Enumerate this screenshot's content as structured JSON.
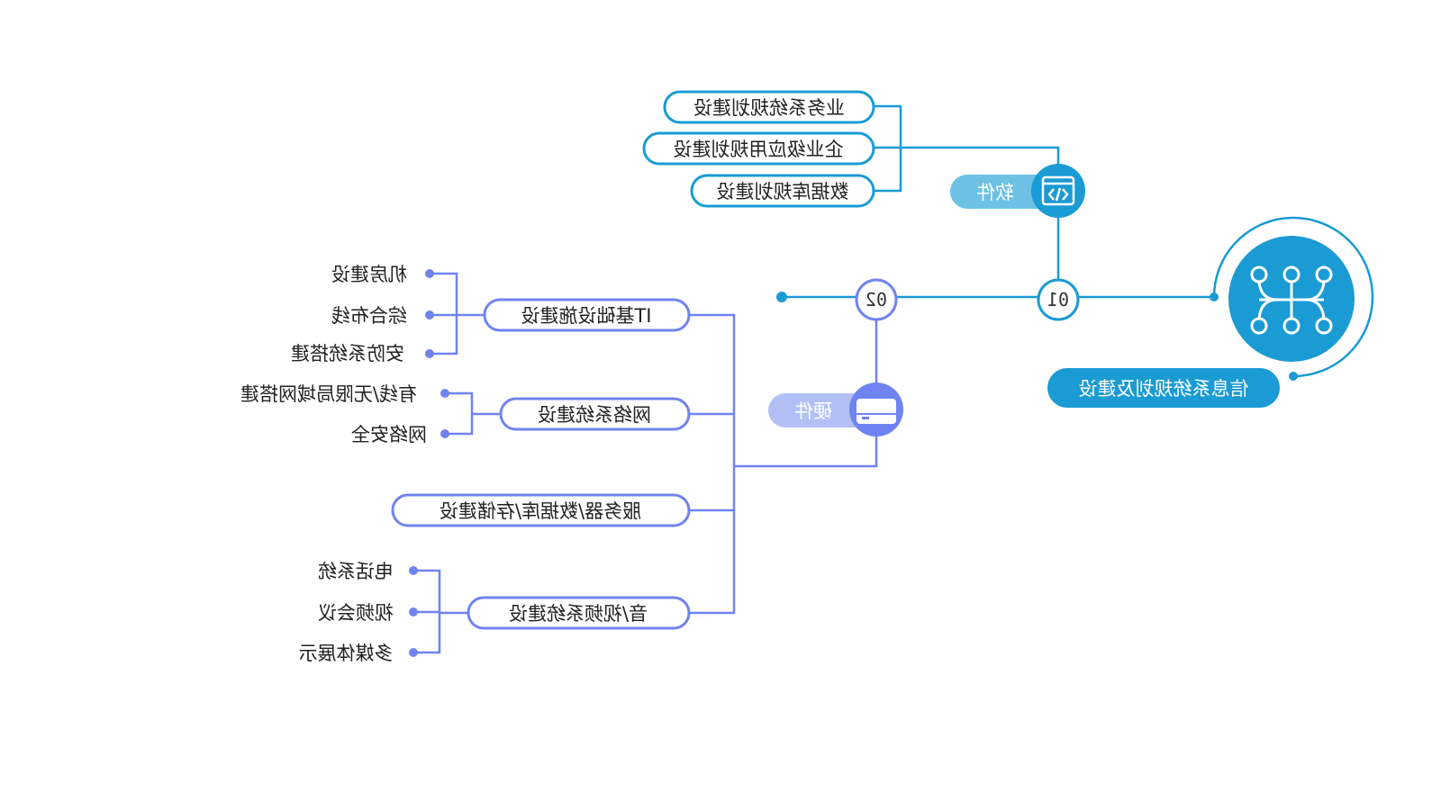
{
  "colors": {
    "blue": "#1a9bd4",
    "purple": "#6f84f0",
    "tag_blue": "#6ec1e4",
    "tag_purple": "#b3c0f5"
  },
  "root": {
    "label": "信息系统规划及建设",
    "icon": "network-tree-icon"
  },
  "nodes": {
    "n1": "01",
    "n2": "02"
  },
  "software": {
    "tag": "软件",
    "icon": "code-window-icon",
    "items": [
      "业务系统规划建设",
      "企业级应用规划建设",
      "数据库规划建设"
    ]
  },
  "hardware": {
    "tag": "硬件",
    "icon": "server-drive-icon",
    "groups": [
      {
        "label": "IT基础设施建设",
        "leaves": [
          "机房建设",
          "综合布线",
          "安防系统搭建"
        ]
      },
      {
        "label": "网络系统建设",
        "leaves": [
          "有线/无限局域网搭建",
          "网络安全"
        ]
      },
      {
        "label": "服务器/数据库/存储建设",
        "leaves": []
      },
      {
        "label": "音/视频系统建设",
        "leaves": [
          "电话系统",
          "视频会议",
          "多媒体展示"
        ]
      }
    ]
  }
}
